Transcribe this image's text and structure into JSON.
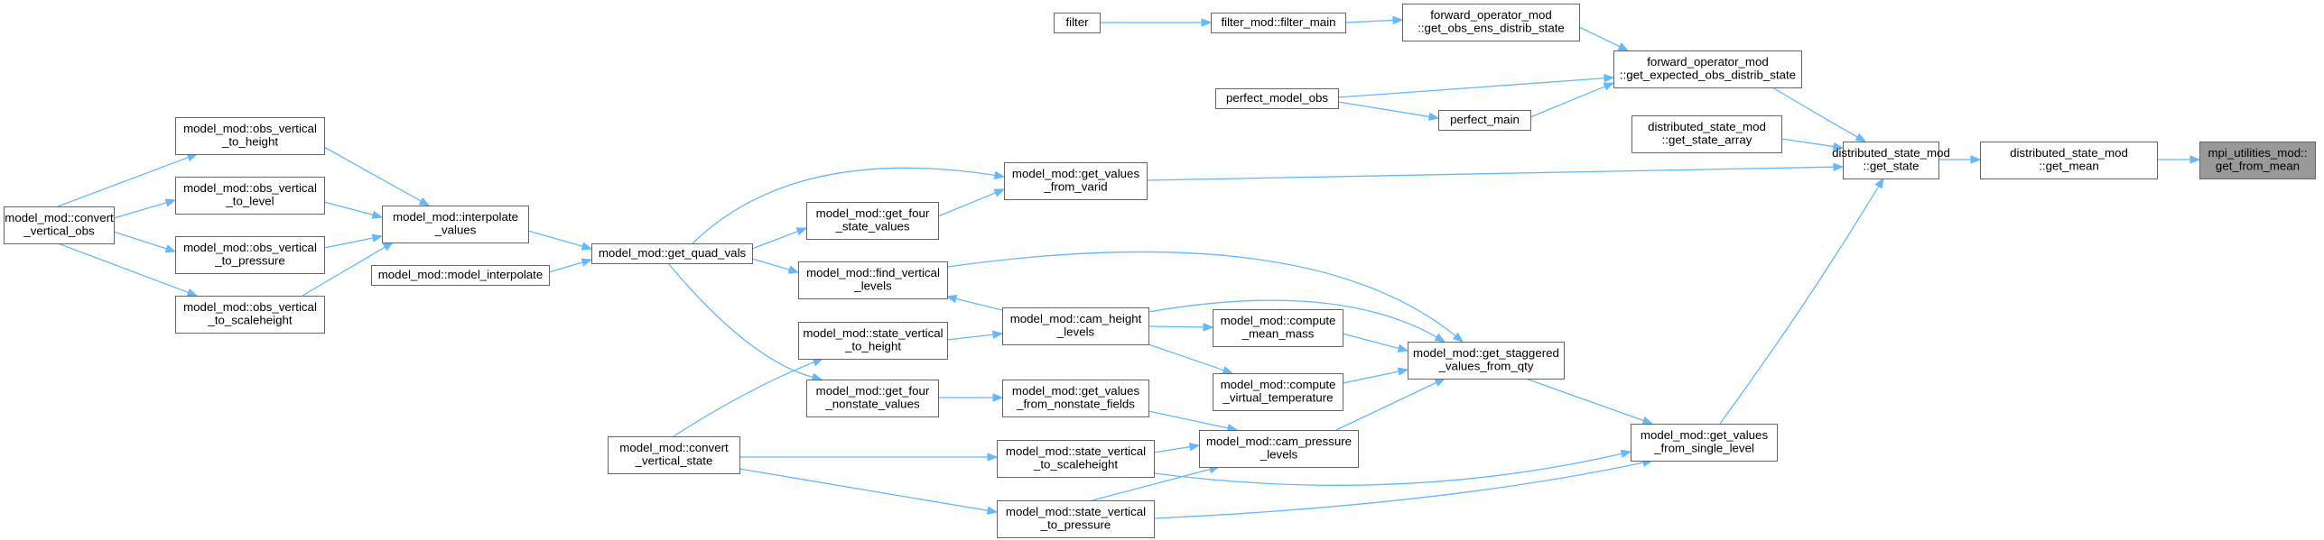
{
  "graph": {
    "nodes": [
      {
        "id": "get_from_mean",
        "lines": [
          "mpi_utilities_mod::",
          "get_from_mean"
        ],
        "highlight": true
      },
      {
        "id": "get_mean",
        "lines": [
          "distributed_state_mod",
          "::get_mean"
        ]
      },
      {
        "id": "get_state",
        "lines": [
          "distributed_state_mod",
          "::get_state"
        ]
      },
      {
        "id": "get_expected_obs",
        "lines": [
          "forward_operator_mod",
          "::get_expected_obs_distrib_state"
        ]
      },
      {
        "id": "get_state_array",
        "lines": [
          "distributed_state_mod",
          "::get_state_array"
        ]
      },
      {
        "id": "get_obs_ens",
        "lines": [
          "forward_operator_mod",
          "::get_obs_ens_distrib_state"
        ]
      },
      {
        "id": "filter_main",
        "lines": [
          "filter_mod::filter_main"
        ]
      },
      {
        "id": "filter",
        "lines": [
          "filter"
        ]
      },
      {
        "id": "perfect_model_obs",
        "lines": [
          "perfect_model_obs"
        ]
      },
      {
        "id": "perfect_main",
        "lines": [
          "perfect_main"
        ]
      },
      {
        "id": "get_values_from_varid",
        "lines": [
          "model_mod::get_values",
          "_from_varid"
        ]
      },
      {
        "id": "get_four_state_values",
        "lines": [
          "model_mod::get_four",
          "_state_values"
        ]
      },
      {
        "id": "get_quad_vals",
        "lines": [
          "model_mod::get_quad_vals"
        ]
      },
      {
        "id": "interpolate_values",
        "lines": [
          "model_mod::interpolate",
          "_values"
        ]
      },
      {
        "id": "model_interpolate",
        "lines": [
          "model_mod::model_interpolate"
        ]
      },
      {
        "id": "obs_vertical_to_height",
        "lines": [
          "model_mod::obs_vertical",
          "_to_height"
        ]
      },
      {
        "id": "obs_vertical_to_level",
        "lines": [
          "model_mod::obs_vertical",
          "_to_level"
        ]
      },
      {
        "id": "obs_vertical_to_pressure",
        "lines": [
          "model_mod::obs_vertical",
          "_to_pressure"
        ]
      },
      {
        "id": "obs_vertical_to_scaleheight",
        "lines": [
          "model_mod::obs_vertical",
          "_to_scaleheight"
        ]
      },
      {
        "id": "convert_vertical_obs",
        "lines": [
          "model_mod::convert",
          "_vertical_obs"
        ]
      },
      {
        "id": "find_vertical_levels",
        "lines": [
          "model_mod::find_vertical",
          "_levels"
        ]
      },
      {
        "id": "state_vertical_to_height",
        "lines": [
          "model_mod::state_vertical",
          "_to_height"
        ]
      },
      {
        "id": "get_four_nonstate_values",
        "lines": [
          "model_mod::get_four",
          "_nonstate_values"
        ]
      },
      {
        "id": "cam_height_levels",
        "lines": [
          "model_mod::cam_height",
          "_levels"
        ]
      },
      {
        "id": "get_values_from_nonstate_fields",
        "lines": [
          "model_mod::get_values",
          "_from_nonstate_fields"
        ]
      },
      {
        "id": "compute_mean_mass",
        "lines": [
          "model_mod::compute",
          "_mean_mass"
        ]
      },
      {
        "id": "compute_virtual_temperature",
        "lines": [
          "model_mod::compute",
          "_virtual_temperature"
        ]
      },
      {
        "id": "get_staggered_values_from_qty",
        "lines": [
          "model_mod::get_staggered",
          "_values_from_qty"
        ]
      },
      {
        "id": "cam_pressure_levels",
        "lines": [
          "model_mod::cam_pressure",
          "_levels"
        ]
      },
      {
        "id": "state_vertical_to_scaleheight",
        "lines": [
          "model_mod::state_vertical",
          "_to_scaleheight"
        ]
      },
      {
        "id": "state_vertical_to_pressure",
        "lines": [
          "model_mod::state_vertical",
          "_to_pressure"
        ]
      },
      {
        "id": "convert_vertical_state",
        "lines": [
          "model_mod::convert",
          "_vertical_state"
        ]
      },
      {
        "id": "get_values_from_single_level",
        "lines": [
          "model_mod::get_values",
          "_from_single_level"
        ]
      }
    ],
    "edges": [
      {
        "from": "get_mean",
        "to": "get_from_mean"
      },
      {
        "from": "get_state",
        "to": "get_mean"
      },
      {
        "from": "get_expected_obs",
        "to": "get_state"
      },
      {
        "from": "get_state_array",
        "to": "get_state"
      },
      {
        "from": "get_values_from_varid",
        "to": "get_state"
      },
      {
        "from": "get_values_from_single_level",
        "to": "get_state"
      },
      {
        "from": "get_obs_ens",
        "to": "get_expected_obs"
      },
      {
        "from": "perfect_model_obs",
        "to": "get_expected_obs"
      },
      {
        "from": "perfect_main",
        "to": "get_expected_obs"
      },
      {
        "from": "filter_main",
        "to": "get_obs_ens"
      },
      {
        "from": "filter",
        "to": "filter_main"
      },
      {
        "from": "perfect_model_obs",
        "to": "perfect_main"
      },
      {
        "from": "get_four_state_values",
        "to": "get_values_from_varid"
      },
      {
        "from": "get_quad_vals",
        "to": "get_values_from_varid"
      },
      {
        "from": "get_quad_vals",
        "to": "get_four_state_values"
      },
      {
        "from": "get_quad_vals",
        "to": "find_vertical_levels"
      },
      {
        "from": "get_quad_vals",
        "to": "get_four_nonstate_values"
      },
      {
        "from": "interpolate_values",
        "to": "get_quad_vals"
      },
      {
        "from": "model_interpolate",
        "to": "get_quad_vals"
      },
      {
        "from": "obs_vertical_to_height",
        "to": "interpolate_values"
      },
      {
        "from": "obs_vertical_to_level",
        "to": "interpolate_values"
      },
      {
        "from": "obs_vertical_to_pressure",
        "to": "interpolate_values"
      },
      {
        "from": "obs_vertical_to_scaleheight",
        "to": "interpolate_values"
      },
      {
        "from": "convert_vertical_obs",
        "to": "obs_vertical_to_height"
      },
      {
        "from": "convert_vertical_obs",
        "to": "obs_vertical_to_level"
      },
      {
        "from": "convert_vertical_obs",
        "to": "obs_vertical_to_pressure"
      },
      {
        "from": "convert_vertical_obs",
        "to": "obs_vertical_to_scaleheight"
      },
      {
        "from": "find_vertical_levels",
        "to": "get_staggered_values_from_qty"
      },
      {
        "from": "cam_height_levels",
        "to": "find_vertical_levels"
      },
      {
        "from": "cam_height_levels",
        "to": "get_staggered_values_from_qty"
      },
      {
        "from": "cam_height_levels",
        "to": "compute_mean_mass"
      },
      {
        "from": "cam_height_levels",
        "to": "compute_virtual_temperature"
      },
      {
        "from": "state_vertical_to_height",
        "to": "cam_height_levels"
      },
      {
        "from": "convert_vertical_state",
        "to": "state_vertical_to_height"
      },
      {
        "from": "convert_vertical_state",
        "to": "state_vertical_to_scaleheight"
      },
      {
        "from": "convert_vertical_state",
        "to": "state_vertical_to_pressure"
      },
      {
        "from": "get_four_nonstate_values",
        "to": "get_values_from_nonstate_fields"
      },
      {
        "from": "get_values_from_nonstate_fields",
        "to": "cam_pressure_levels"
      },
      {
        "from": "compute_mean_mass",
        "to": "get_staggered_values_from_qty"
      },
      {
        "from": "compute_virtual_temperature",
        "to": "get_staggered_values_from_qty"
      },
      {
        "from": "cam_pressure_levels",
        "to": "get_staggered_values_from_qty"
      },
      {
        "from": "get_staggered_values_from_qty",
        "to": "get_values_from_single_level"
      },
      {
        "from": "state_vertical_to_scaleheight",
        "to": "cam_pressure_levels"
      },
      {
        "from": "state_vertical_to_scaleheight",
        "to": "get_values_from_single_level"
      },
      {
        "from": "state_vertical_to_pressure",
        "to": "cam_pressure_levels"
      },
      {
        "from": "state_vertical_to_pressure",
        "to": "get_values_from_single_level"
      }
    ]
  },
  "colors": {
    "edge": "#63b8ff",
    "node_border": "#666666",
    "node_fill": "#ffffff",
    "highlight_fill": "#999999"
  }
}
